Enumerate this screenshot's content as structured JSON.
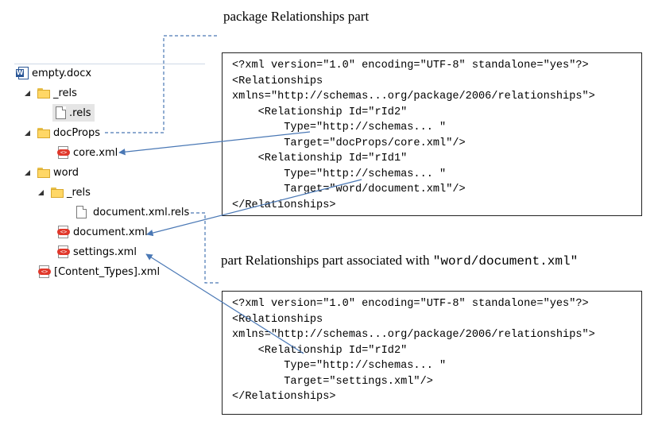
{
  "labels": {
    "package_rels": "package Relationships part",
    "part_rels_prefix": "part Relationships part associated with ",
    "part_rels_path": "\"word/document.xml\""
  },
  "tree": {
    "root": "empty.docx",
    "rels_folder": "_rels",
    "rels_file": ".rels",
    "docprops": "docProps",
    "core_xml": "core.xml",
    "word": "word",
    "word_rels": "_rels",
    "document_rels": "document.xml.rels",
    "document_xml": "document.xml",
    "settings_xml": "settings.xml",
    "content_types": "[Content_Types].xml"
  },
  "package_rels_code": [
    "<?xml version=\"1.0\" encoding=\"UTF-8\" standalone=\"yes\"?>",
    "<Relationships",
    "xmlns=\"http://schemas...org/package/2006/relationships\">",
    "    <Relationship Id=\"rId2\"",
    "        Type=\"http://schemas... \"",
    "        Target=\"docProps/core.xml\"/>",
    "    <Relationship Id=\"rId1\"",
    "        Type=\"http://schemas... \"",
    "        Target=\"word/document.xml\"/>",
    "</Relationships>"
  ],
  "document_rels_code": [
    "<?xml version=\"1.0\" encoding=\"UTF-8\" standalone=\"yes\"?>",
    "<Relationships",
    "xmlns=\"http://schemas...org/package/2006/relationships\">",
    "    <Relationship Id=\"rId2\"",
    "        Type=\"http://schemas... \"",
    "        Target=\"settings.xml\"/>",
    "</Relationships>"
  ],
  "colors": {
    "connector": "#4a78b5",
    "xml_badge": "#e0382b",
    "folder": "#ffd766",
    "selection": "#e5e5e5"
  },
  "icons": [
    "word-icon",
    "folder-icon",
    "file-icon",
    "xml-icon",
    "expand-triangle-icon"
  ]
}
